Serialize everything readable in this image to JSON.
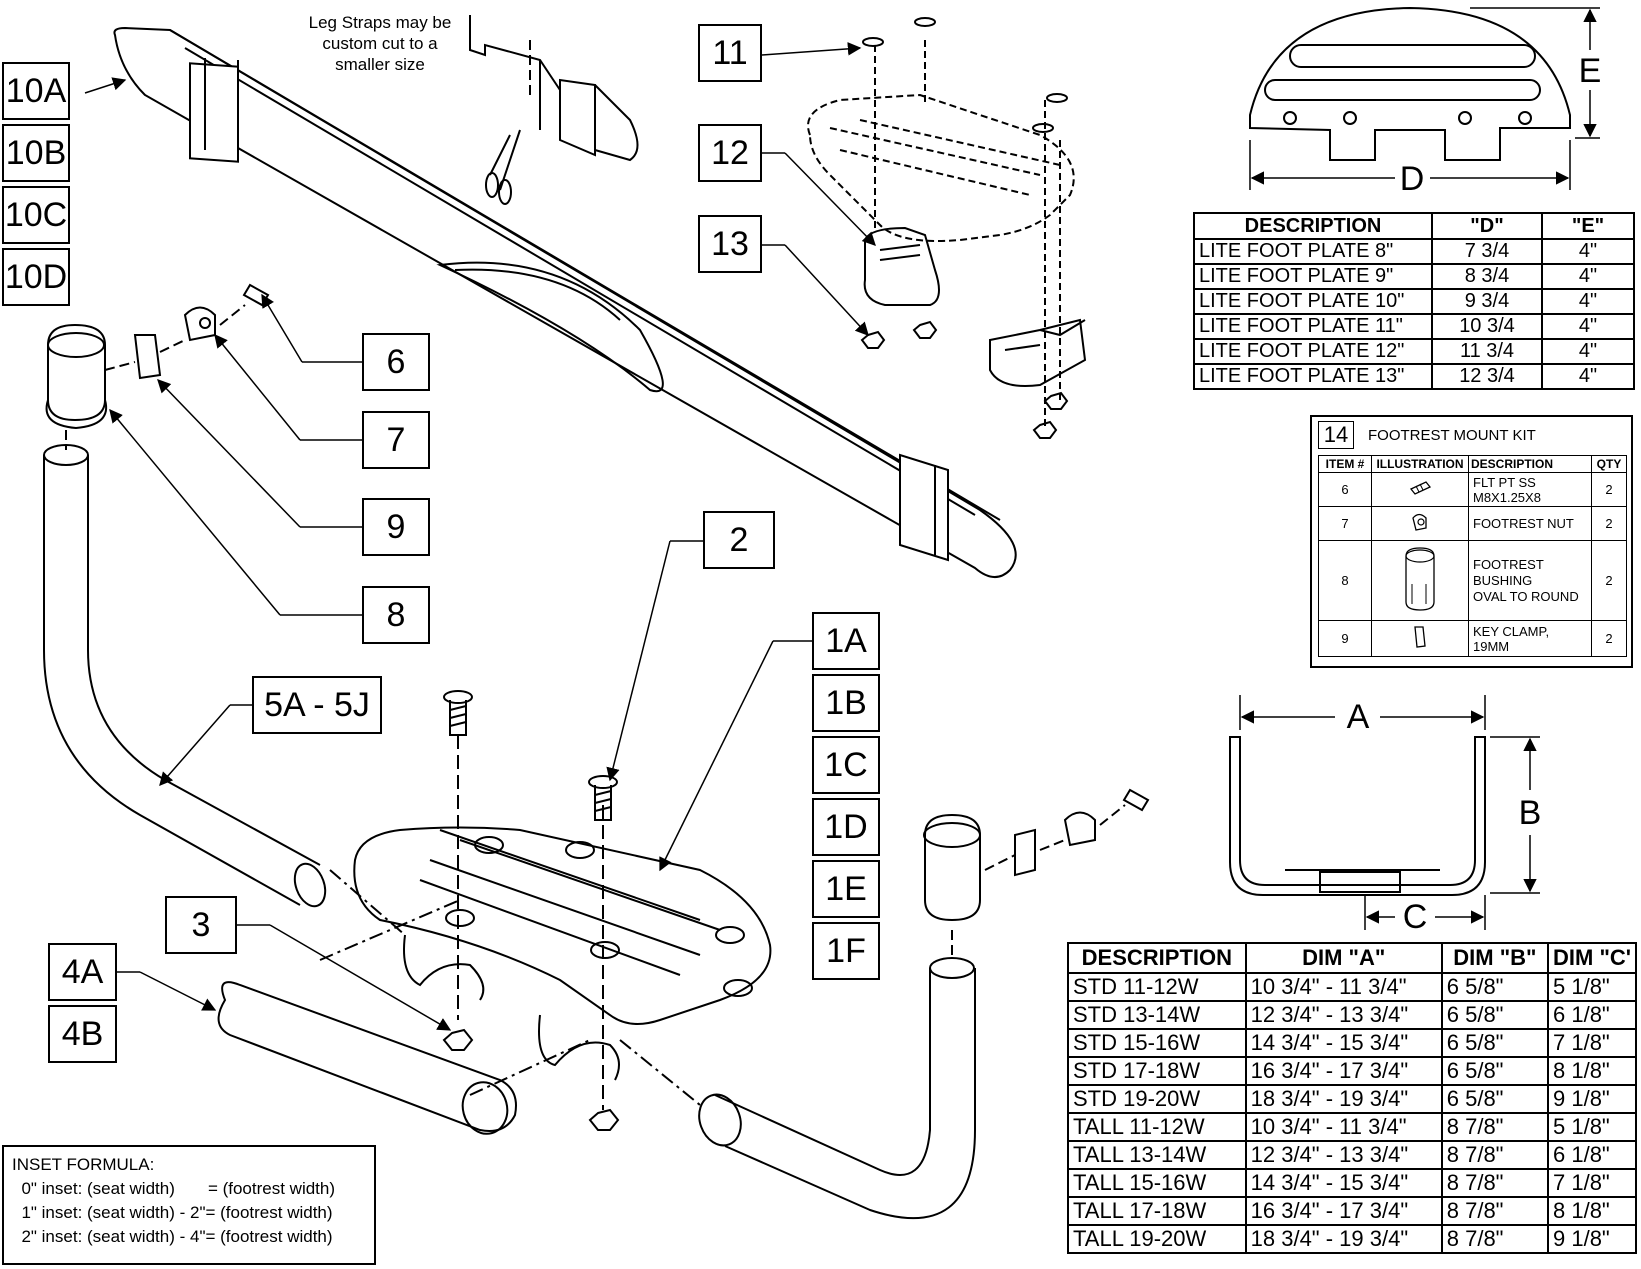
{
  "callouts": {
    "c10a": "10A",
    "c10b": "10B",
    "c10c": "10C",
    "c10d": "10D",
    "c6": "6",
    "c7": "7",
    "c9": "9",
    "c8": "8",
    "c11": "11",
    "c12": "12",
    "c13": "13",
    "c2": "2",
    "c3": "3",
    "c1a": "1A",
    "c1b": "1B",
    "c1c": "1C",
    "c1d": "1D",
    "c1e": "1E",
    "c1f": "1F",
    "c4a": "4A",
    "c4b": "4B",
    "c5": "5A - 5J"
  },
  "leg_strap_note": [
    "Leg Straps may be",
    "custom cut to a",
    "smaller size"
  ],
  "dimension_labels": {
    "d": "D",
    "e": "E",
    "a": "A",
    "b": "B",
    "c": "C"
  },
  "lite_table": {
    "headers": [
      "DESCRIPTION",
      "\"D\"",
      "\"E\""
    ],
    "rows": [
      [
        "LITE FOOT PLATE 8\"",
        "7 3/4",
        "4\""
      ],
      [
        "LITE FOOT PLATE 9\"",
        "8 3/4",
        "4\""
      ],
      [
        "LITE FOOT PLATE 10\"",
        "9 3/4",
        "4\""
      ],
      [
        "LITE FOOT PLATE 11\"",
        "10 3/4",
        "4\""
      ],
      [
        "LITE FOOT PLATE 12\"",
        "11 3/4",
        "4\""
      ],
      [
        "LITE FOOT PLATE 13\"",
        "12 3/4",
        "4\""
      ]
    ]
  },
  "kit": {
    "number": "14",
    "title": "FOOTREST MOUNT KIT",
    "headers": [
      "ITEM #",
      "ILLUSTRATION",
      "DESCRIPTION",
      "QTY"
    ],
    "rows": [
      {
        "item": "6",
        "desc_1": "FLT PT SS",
        "desc_2": "M8X1.25X8",
        "desc_3": "",
        "qty": "2",
        "icon": "set-screw-icon"
      },
      {
        "item": "7",
        "desc_1": "FOOTREST NUT",
        "desc_2": "",
        "desc_3": "",
        "qty": "2",
        "icon": "footrest-nut-icon"
      },
      {
        "item": "8",
        "desc_1": "FOOTREST",
        "desc_2": "BUSHING",
        "desc_3": "OVAL TO ROUND",
        "qty": "2",
        "icon": "bushing-icon"
      },
      {
        "item": "9",
        "desc_1": "KEY CLAMP, 19MM",
        "desc_2": "",
        "desc_3": "",
        "qty": "2",
        "icon": "key-clamp-icon"
      }
    ]
  },
  "dim_table": {
    "headers": [
      "DESCRIPTION",
      "DIM \"A\"",
      "DIM \"B\"",
      "DIM \"C'"
    ],
    "rows": [
      [
        "STD 11-12W",
        "10 3/4\" - 11 3/4\"",
        "6 5/8\"",
        "5 1/8\""
      ],
      [
        "STD 13-14W",
        "12 3/4\" - 13 3/4\"",
        "6 5/8\"",
        "6 1/8\""
      ],
      [
        "STD 15-16W",
        "14 3/4\" - 15 3/4\"",
        "6 5/8\"",
        "7 1/8\""
      ],
      [
        "STD 17-18W",
        "16 3/4\" - 17 3/4\"",
        "6 5/8\"",
        "8 1/8\""
      ],
      [
        "STD 19-20W",
        "18 3/4\" - 19 3/4\"",
        "6 5/8\"",
        "9 1/8\""
      ],
      [
        "TALL 11-12W",
        "10 3/4\" - 11 3/4\"",
        "8 7/8\"",
        "5 1/8\""
      ],
      [
        "TALL 13-14W",
        "12 3/4\" - 13 3/4\"",
        "8 7/8\"",
        "6 1/8\""
      ],
      [
        "TALL 15-16W",
        "14 3/4\" - 15 3/4\"",
        "8 7/8\"",
        "7 1/8\""
      ],
      [
        "TALL 17-18W",
        "16 3/4\" - 17 3/4\"",
        "8 7/8\"",
        "8 1/8\""
      ],
      [
        "TALL 19-20W",
        "18 3/4\" - 19 3/4\"",
        "8 7/8\"",
        "9 1/8\""
      ]
    ]
  },
  "inset_formula": {
    "title": "INSET FORMULA:",
    "lines": [
      "  0\" inset: (seat width)       = (footrest width)",
      "  1\" inset: (seat width) - 2\"= (footrest width)",
      "  2\" inset: (seat width) - 4\"= (footrest width)"
    ]
  }
}
